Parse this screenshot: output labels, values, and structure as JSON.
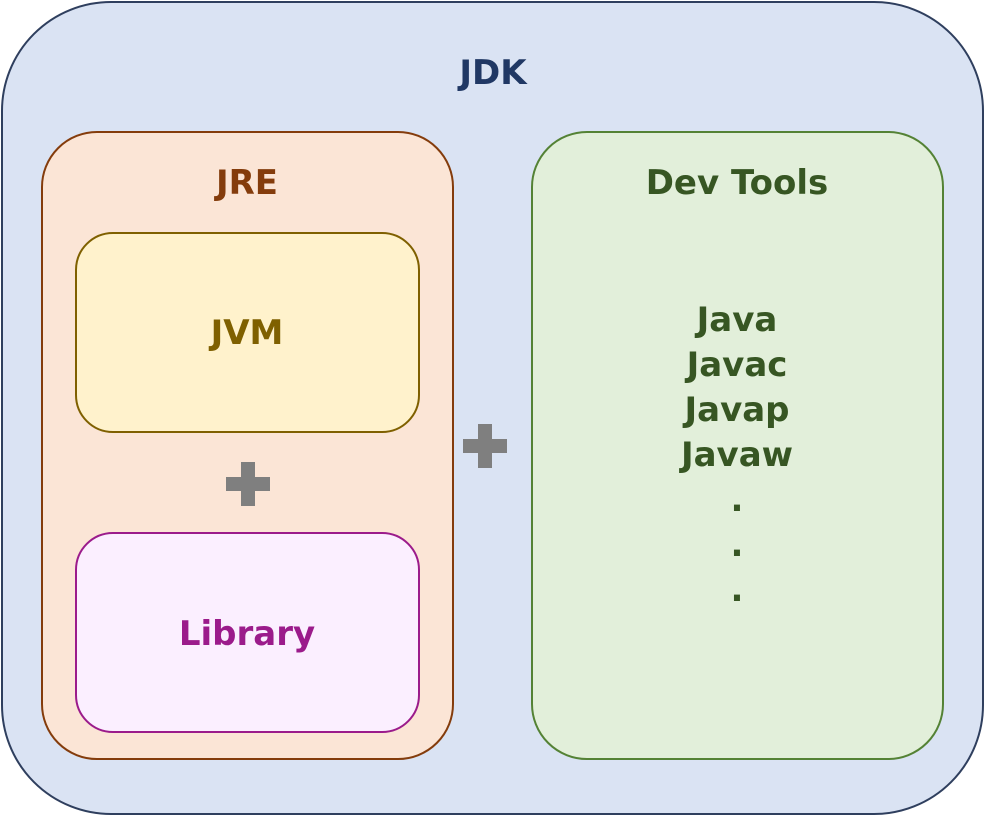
{
  "jdk": {
    "label": "JDK"
  },
  "jre": {
    "label": "JRE"
  },
  "jvm": {
    "label": "JVM"
  },
  "library": {
    "label": "Library"
  },
  "dev_tools": {
    "label": "Dev Tools",
    "items": [
      "Java",
      "Javac",
      "Javap",
      "Javaw",
      ".",
      ".",
      "."
    ]
  },
  "colors": {
    "jdk_fill": "#dae3f3",
    "jre_fill": "#fbe5d6",
    "jvm_fill": "#fff2cc",
    "library_fill": "#fbefff",
    "dev_tools_fill": "#e2efda",
    "plus_sign": "#7f7f7f"
  },
  "icons": {
    "inner_plus": "plus-icon",
    "outer_plus": "plus-icon"
  }
}
